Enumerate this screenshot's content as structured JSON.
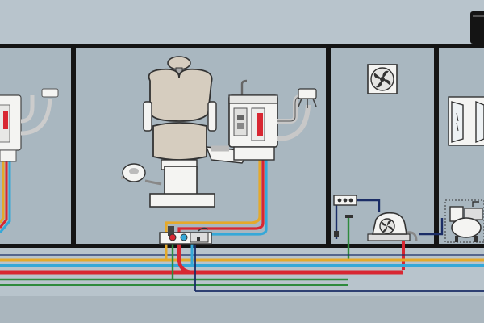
{
  "colors": {
    "background": "#b8c4cc",
    "room": "#a9b7c0",
    "wall": "#141414",
    "pipe_yellow": "#e5a92a",
    "pipe_blue": "#35a8d8",
    "pipe_red": "#d82732",
    "pipe_green": "#2e8a3c",
    "pipe_navy": "#1b2d66",
    "equipment": "#f4f4f2",
    "seat": "#d6cdbf"
  },
  "rooms": [
    {
      "name": "treatment-room-left"
    },
    {
      "name": "treatment-room-main"
    },
    {
      "name": "utility-room"
    },
    {
      "name": "equipment-room"
    }
  ],
  "icons": [
    "dental-chair-icon",
    "dental-unit-icon",
    "ventilation-fan-icon",
    "window-icon",
    "suction-motor-icon",
    "air-compressor-icon",
    "valve-box-icon",
    "manifold-icon",
    "roof-tank-icon"
  ]
}
